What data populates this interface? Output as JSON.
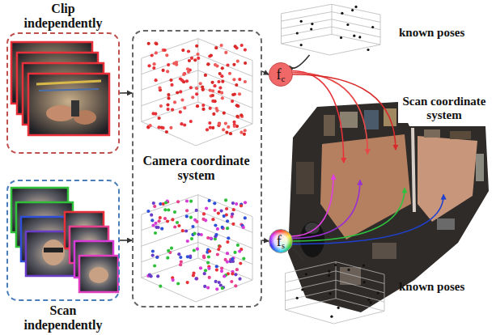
{
  "diagram": {
    "nodes": [
      {
        "text": [
          "Clip independently"
        ]
      },
      {
        "text": [
          "Scan independently"
        ]
      },
      {
        "text": [
          "Camera coordinate system"
        ]
      },
      {
        "text": [
          "known poses"
        ]
      },
      {
        "text": [
          "f",
          "c"
        ]
      },
      {
        "text": [
          "Scan coordinate system"
        ]
      },
      {
        "text": [
          "f",
          "s"
        ]
      },
      {
        "text": [
          "known poses"
        ]
      }
    ],
    "edges": [
      {
        "from": 0,
        "to": 2,
        "arrow": "to"
      },
      {
        "from": 1,
        "to": 2,
        "arrow": "to"
      },
      {
        "from": 2,
        "to": 4,
        "arrow": "to"
      },
      {
        "from": 2,
        "to": 6,
        "arrow": "to"
      },
      {
        "from": 3,
        "to": 4,
        "arrow": "to"
      },
      {
        "from": 7,
        "to": 6,
        "arrow": "to"
      },
      {
        "from": 4,
        "to": 5,
        "arrow": "to"
      },
      {
        "from": 4,
        "to": 5,
        "arrow": "to"
      },
      {
        "from": 4,
        "to": 5,
        "arrow": "to"
      },
      {
        "from": 6,
        "to": 5,
        "arrow": "to"
      },
      {
        "from": 6,
        "to": 5,
        "arrow": "to"
      },
      {
        "from": 6,
        "to": 5,
        "arrow": "to"
      },
      {
        "from": 6,
        "to": 5,
        "arrow": "to"
      }
    ]
  }
}
